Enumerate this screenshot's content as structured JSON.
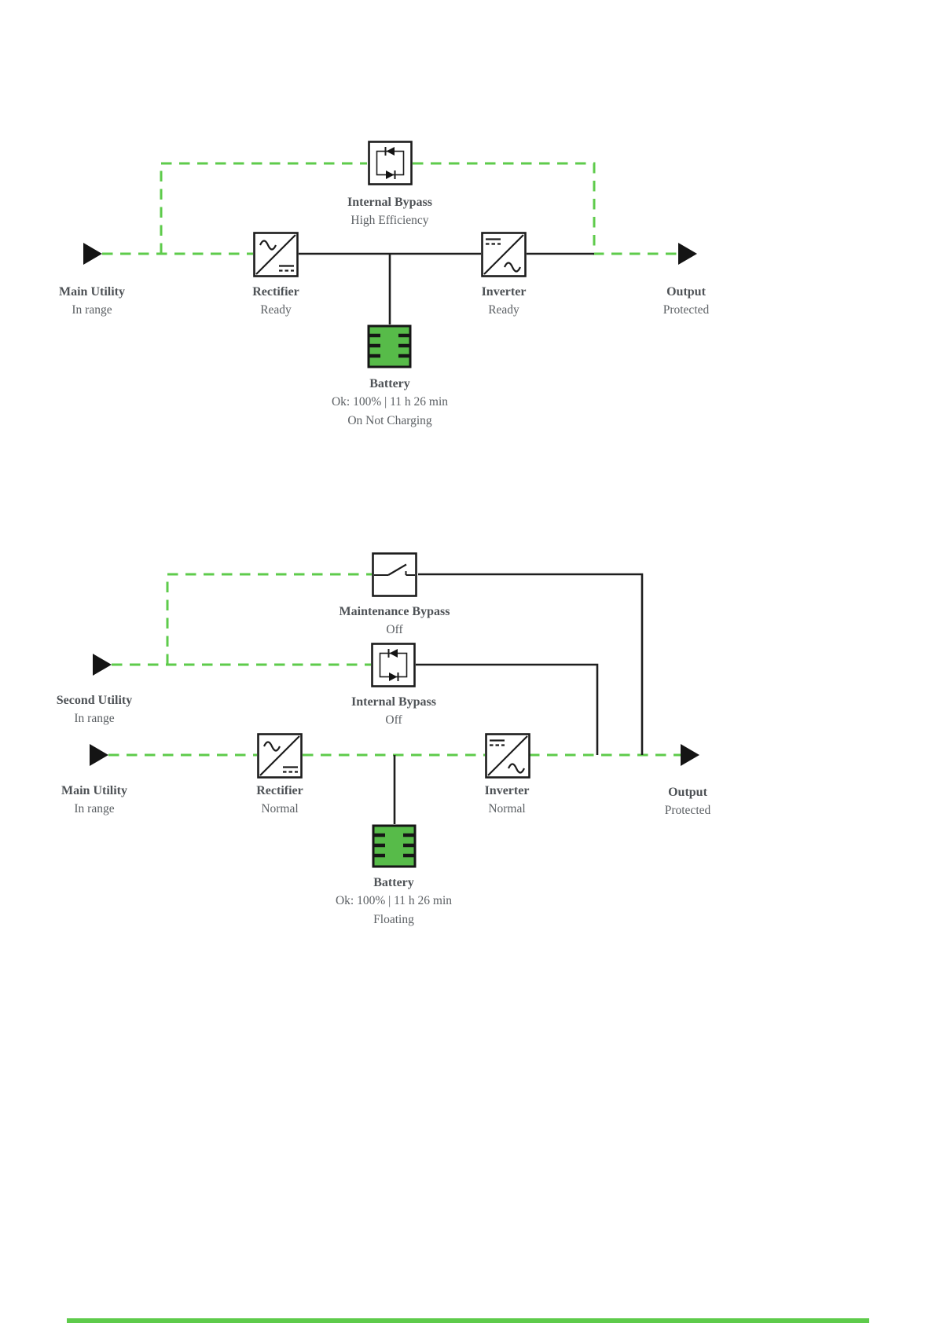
{
  "colors": {
    "flow_green": "#5ecb4b",
    "wire_black": "#1e1e1e",
    "arrow_black": "#141414",
    "battery_green": "#57bb49",
    "label_dark": "#4e5256",
    "label_mid": "#5c6064"
  },
  "icons": {
    "flow_arrow": "solid right-pointing triangle",
    "rectifier": "box with diagonal, AC wave top-left, DC bars bottom-right",
    "inverter": "box with diagonal, DC bars top-left, AC wave bottom-right",
    "internal_bypass": "box with anti-parallel diode loop",
    "maintenance_bypass": "box with open switch",
    "battery": "green cell box with plate bars"
  },
  "diagram_high_efficiency": {
    "internal_bypass": {
      "label": "Internal Bypass",
      "status": "High Efficiency"
    },
    "main_utility": {
      "label": "Main Utility",
      "status": "In range"
    },
    "rectifier": {
      "label": "Rectifier",
      "status": "Ready"
    },
    "inverter": {
      "label": "Inverter",
      "status": "Ready"
    },
    "output": {
      "label": "Output",
      "status": "Protected"
    },
    "battery": {
      "label": "Battery",
      "status": "Ok: 100% | 11 h 26 min",
      "mode": "On Not Charging"
    }
  },
  "diagram_online": {
    "maintenance_bypass": {
      "label": "Maintenance Bypass",
      "status": "Off"
    },
    "internal_bypass": {
      "label": "Internal Bypass",
      "status": "Off"
    },
    "second_utility": {
      "label": "Second Utility",
      "status": "In range"
    },
    "main_utility": {
      "label": "Main Utility",
      "status": "In range"
    },
    "rectifier": {
      "label": "Rectifier",
      "status": "Normal"
    },
    "inverter": {
      "label": "Inverter",
      "status": "Normal"
    },
    "output": {
      "label": "Output",
      "status": "Protected"
    },
    "battery": {
      "label": "Battery",
      "status": "Ok: 100% | 11 h 26 min",
      "mode": "Floating"
    }
  }
}
